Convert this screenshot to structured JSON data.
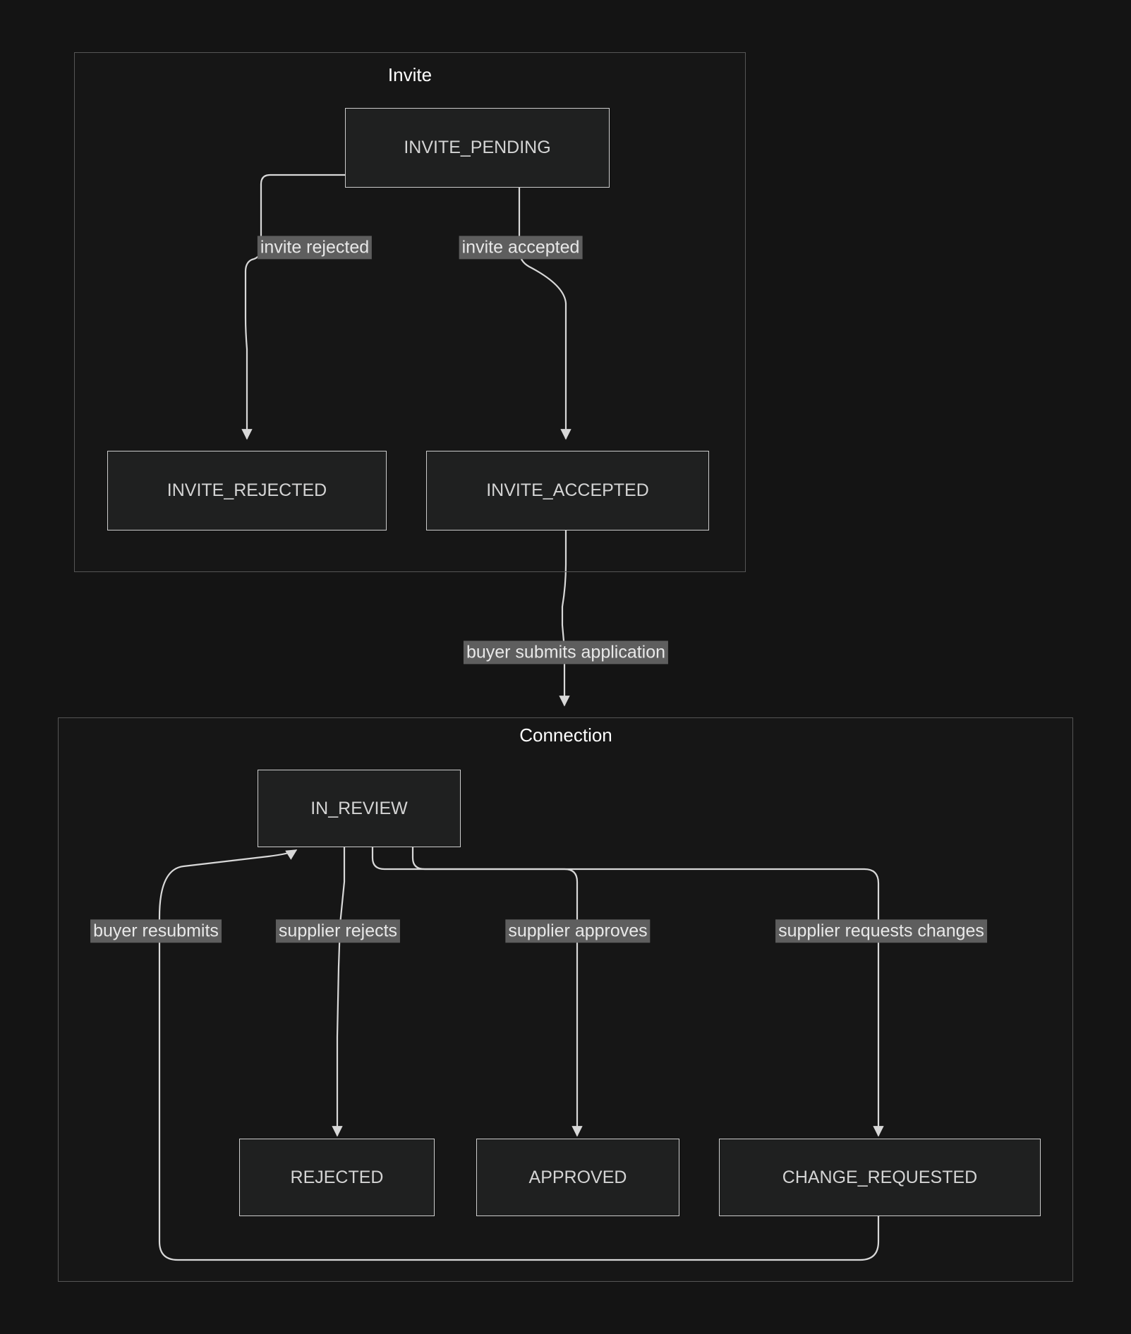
{
  "diagram": {
    "title": "state-flow-diagram",
    "theme": {
      "background": "#141414",
      "node_fill": "#1f2020",
      "node_border": "#cccccc",
      "node_text": "#d4d4d4",
      "cluster_border": "#555555",
      "cluster_text": "#ffffff",
      "edge_stroke": "#d8d8d8",
      "edge_label_bg": "#5e5e5e",
      "edge_label_text": "#e8e8e8"
    },
    "clusters": [
      {
        "id": "invite",
        "label": "Invite"
      },
      {
        "id": "connection",
        "label": "Connection"
      }
    ],
    "nodes": [
      {
        "id": "invite_pending",
        "label": "INVITE_PENDING",
        "cluster": "invite"
      },
      {
        "id": "invite_rejected",
        "label": "INVITE_REJECTED",
        "cluster": "invite"
      },
      {
        "id": "invite_accepted",
        "label": "INVITE_ACCEPTED",
        "cluster": "invite"
      },
      {
        "id": "in_review",
        "label": "IN_REVIEW",
        "cluster": "connection"
      },
      {
        "id": "rejected",
        "label": "REJECTED",
        "cluster": "connection"
      },
      {
        "id": "approved",
        "label": "APPROVED",
        "cluster": "connection"
      },
      {
        "id": "change_requested",
        "label": "CHANGE_REQUESTED",
        "cluster": "connection"
      }
    ],
    "edges": [
      {
        "id": "e1",
        "from": "invite_pending",
        "to": "invite_rejected",
        "label": "invite rejected"
      },
      {
        "id": "e2",
        "from": "invite_pending",
        "to": "invite_accepted",
        "label": "invite accepted"
      },
      {
        "id": "e3",
        "from": "invite_accepted",
        "to": "in_review",
        "label": "buyer submits application"
      },
      {
        "id": "e4",
        "from": "in_review",
        "to": "rejected",
        "label": "supplier rejects"
      },
      {
        "id": "e5",
        "from": "in_review",
        "to": "approved",
        "label": "supplier approves"
      },
      {
        "id": "e6",
        "from": "in_review",
        "to": "change_requested",
        "label": "supplier requests changes"
      },
      {
        "id": "e7",
        "from": "change_requested",
        "to": "in_review",
        "label": "buyer resubmits"
      }
    ]
  }
}
